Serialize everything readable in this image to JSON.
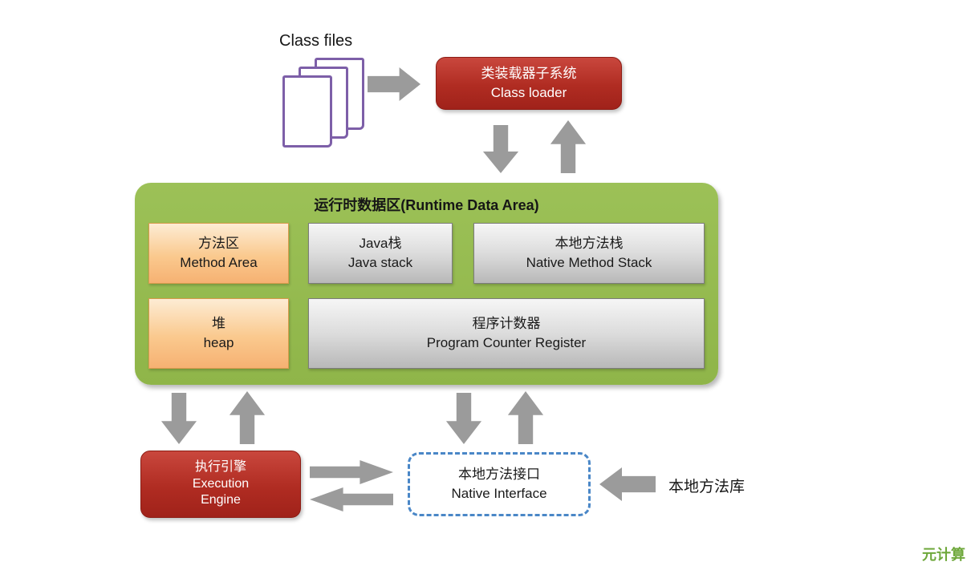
{
  "diagram": {
    "class_files_label": "Class files",
    "class_loader": {
      "zh": "类装载器子系统",
      "en": "Class loader"
    },
    "runtime_area": {
      "title": "运行时数据区(Runtime Data Area)",
      "method_area": {
        "zh": "方法区",
        "en": "Method Area"
      },
      "java_stack": {
        "zh": "Java栈",
        "en": "Java stack"
      },
      "native_method_stack": {
        "zh": "本地方法栈",
        "en": "Native Method Stack"
      },
      "heap": {
        "zh": "堆",
        "en": "heap"
      },
      "pc_register": {
        "zh": "程序计数器",
        "en": "Program Counter Register"
      }
    },
    "execution_engine": {
      "zh": "执行引擎",
      "en1": "Execution",
      "en2": "Engine"
    },
    "native_interface": {
      "zh": "本地方法接口",
      "en": "Native Interface"
    },
    "native_library_label": "本地方法库",
    "watermark": "元计算"
  },
  "icons": {
    "class_files_stack": "document-stack",
    "flow_arrows": "thick-gray-arrow"
  },
  "colors": {
    "red_box": "#b02c22",
    "green_area": "#93b94d",
    "orange_box": "#f8bc7d",
    "gray_box": "#cccccc",
    "arrow_gray": "#9b9b9b",
    "dashed_blue": "#4a87c7",
    "doc_purple": "#7d5fa8",
    "watermark_green": "#6fa83c"
  }
}
